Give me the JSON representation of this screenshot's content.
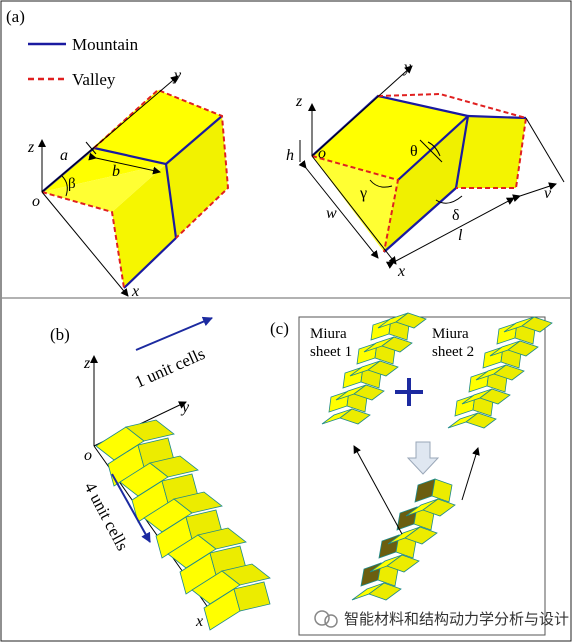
{
  "panels": {
    "a": {
      "label": "(a)",
      "legend": {
        "mountain": "Mountain",
        "valley": "Valley"
      },
      "left_params": {
        "a": "a",
        "b": "b",
        "beta": "β"
      },
      "right_params": {
        "h": "h",
        "theta": "θ",
        "gamma": "γ",
        "delta": "δ",
        "w": "w",
        "l": "l",
        "v": "v"
      }
    },
    "b": {
      "label": "(b)",
      "cells_y": "1 unit cells",
      "cells_x": "4 unit cells"
    },
    "c": {
      "label": "(c)",
      "sheet1": [
        "Miura",
        "sheet 1"
      ],
      "sheet2": [
        "Miura",
        "sheet 2"
      ],
      "plus": "+"
    }
  },
  "axes": {
    "x": "x",
    "y": "y",
    "z": "z",
    "o": "o"
  },
  "colors": {
    "face": "#ffff00",
    "mountain": "#1a1aa0",
    "valley": "#e02020",
    "accent_arrow": "#1c2aa0",
    "down_arrow": "#dfe7f1"
  },
  "watermark": "智能材料和结构动力学分析与设计",
  "icons": {
    "watermark_logo": "wechat-logo-icon"
  }
}
